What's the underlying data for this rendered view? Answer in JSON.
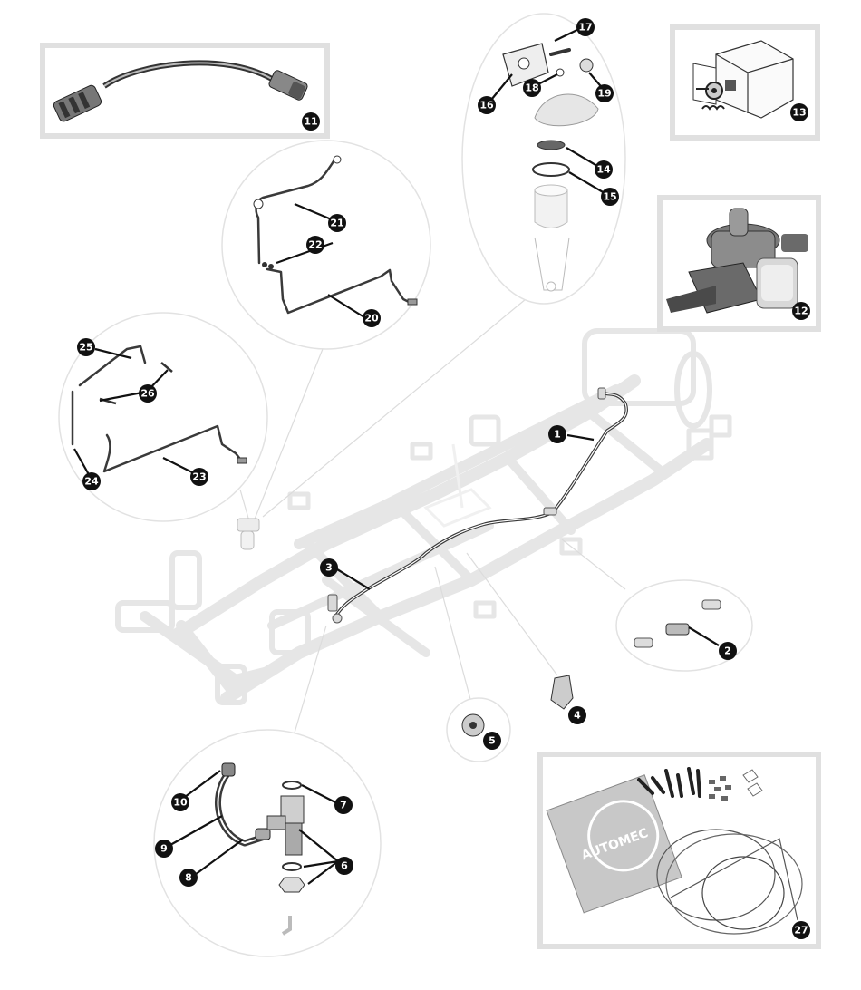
{
  "callouts": [
    {
      "id": "c1",
      "label": "1"
    },
    {
      "id": "c2",
      "label": "2"
    },
    {
      "id": "c3",
      "label": "3"
    },
    {
      "id": "c4",
      "label": "4"
    },
    {
      "id": "c5",
      "label": "5"
    },
    {
      "id": "c6",
      "label": "6"
    },
    {
      "id": "c7",
      "label": "7"
    },
    {
      "id": "c8",
      "label": "8"
    },
    {
      "id": "c9",
      "label": "9"
    },
    {
      "id": "c10",
      "label": "10"
    },
    {
      "id": "c11",
      "label": "11"
    },
    {
      "id": "c12",
      "label": "12"
    },
    {
      "id": "c13",
      "label": "13"
    },
    {
      "id": "c14",
      "label": "14"
    },
    {
      "id": "c15",
      "label": "15"
    },
    {
      "id": "c16",
      "label": "16"
    },
    {
      "id": "c17",
      "label": "17"
    },
    {
      "id": "c18",
      "label": "18"
    },
    {
      "id": "c19",
      "label": "19"
    },
    {
      "id": "c20",
      "label": "20"
    },
    {
      "id": "c21",
      "label": "21"
    },
    {
      "id": "c22",
      "label": "22"
    },
    {
      "id": "c23",
      "label": "23"
    },
    {
      "id": "c24",
      "label": "24"
    },
    {
      "id": "c25",
      "label": "25"
    },
    {
      "id": "c26",
      "label": "26"
    },
    {
      "id": "c27",
      "label": "27"
    }
  ],
  "kit_sleeve_text": "AUTOMEC",
  "colors": {
    "line": "#3a3a3a",
    "frame": "#e6e6e6",
    "badge": "#111111",
    "inset_border": "#e0e0e0",
    "kit_sleeve": "#c8c8c8"
  },
  "icons": [
    "chassis-frame",
    "fuel-pump",
    "fuel-filter",
    "flexible-hose",
    "fuel-pipe",
    "pipe-kit"
  ]
}
